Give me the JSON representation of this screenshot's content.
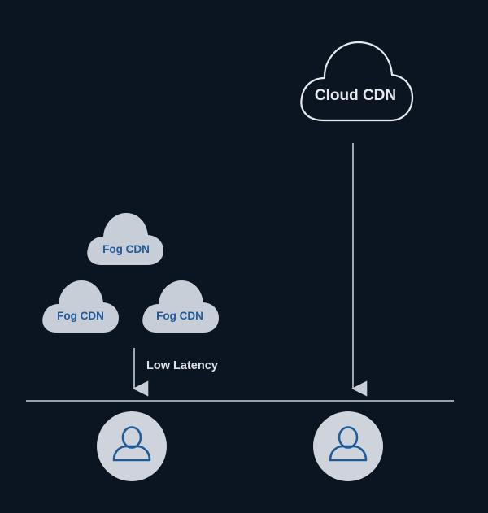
{
  "colors": {
    "background": "#0b1522",
    "line": "#c9ced6",
    "cloud_outline": "#e6e9ee",
    "fog_cloud_fill": "#c8ced7",
    "fog_text": "#1f5a9a",
    "user_circle": "#cfd4dc",
    "user_icon_stroke": "#1f5a9a",
    "label_text": "#dde2e8"
  },
  "cloud_cdn": {
    "label": "Cloud CDN",
    "icon": "cloud-outline-icon"
  },
  "fog_cdns": [
    {
      "label": "Fog CDN",
      "icon": "cloud-filled-icon"
    },
    {
      "label": "Fog CDN",
      "icon": "cloud-filled-icon"
    },
    {
      "label": "Fog CDN",
      "icon": "cloud-filled-icon"
    }
  ],
  "arrows": {
    "fog_to_user_label": "Low Latency"
  },
  "users": [
    {
      "icon": "user-icon"
    },
    {
      "icon": "user-icon"
    }
  ]
}
